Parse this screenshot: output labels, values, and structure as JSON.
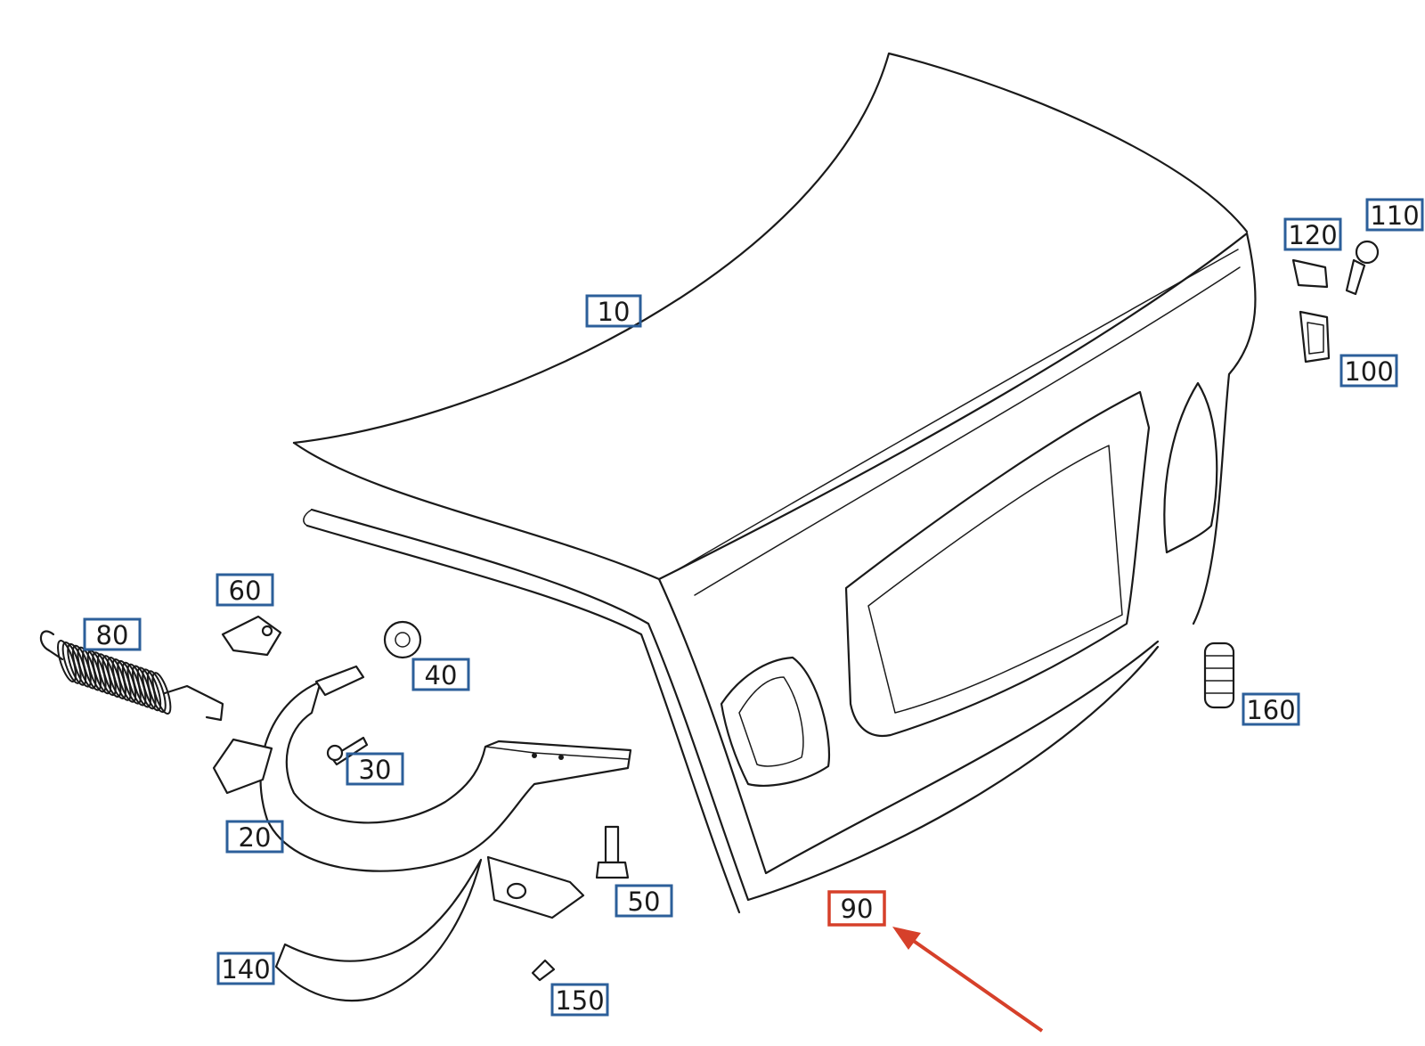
{
  "colors": {
    "callout_box": "#2c5f9a",
    "highlight_box": "#d6402a",
    "highlight_arrow": "#d6402a",
    "line_art": "#1a1a1a",
    "background": "#ffffff"
  },
  "callouts": [
    {
      "id": "10",
      "label": "10"
    },
    {
      "id": "20",
      "label": "20"
    },
    {
      "id": "30",
      "label": "30"
    },
    {
      "id": "40",
      "label": "40"
    },
    {
      "id": "50",
      "label": "50"
    },
    {
      "id": "60",
      "label": "60"
    },
    {
      "id": "80",
      "label": "80"
    },
    {
      "id": "90",
      "label": "90",
      "highlighted": true
    },
    {
      "id": "100",
      "label": "100"
    },
    {
      "id": "110",
      "label": "110"
    },
    {
      "id": "120",
      "label": "120"
    },
    {
      "id": "140",
      "label": "140"
    },
    {
      "id": "150",
      "label": "150"
    },
    {
      "id": "160",
      "label": "160"
    }
  ]
}
